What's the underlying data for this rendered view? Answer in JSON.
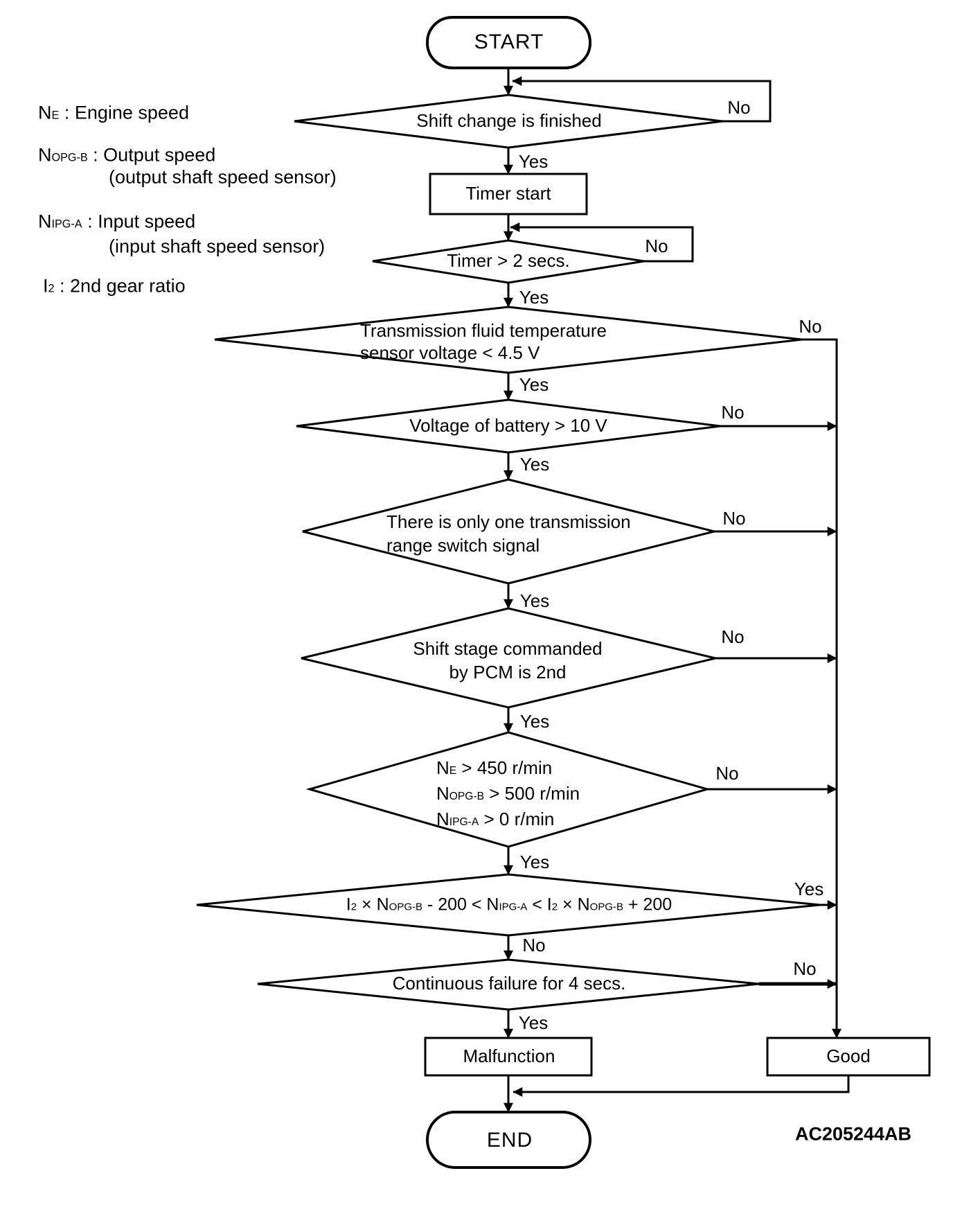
{
  "legend": {
    "items": [
      {
        "sym": "N",
        "sub": "E",
        "rest": " : Engine speed",
        "paren": ""
      },
      {
        "sym": "N",
        "sub": "OPG-B",
        "rest": " : Output speed",
        "paren": "(output shaft speed sensor)"
      },
      {
        "sym": "N",
        "sub": "IPG-A",
        "rest": " : Input speed",
        "paren": "(input shaft speed sensor)"
      },
      {
        "sym": "I",
        "sub": "2",
        "rest": " : 2nd gear ratio",
        "paren": ""
      }
    ]
  },
  "labels": {
    "yes": "Yes",
    "no": "No"
  },
  "nodes": {
    "start": "START",
    "shift_change": "Shift change is finished",
    "timer_start": "Timer start",
    "timer_check": "Timer > 2 secs.",
    "fluid_temp_l1": "Transmission fluid temperature",
    "fluid_temp_l2": "sensor voltage < 4.5 V",
    "battery": "Voltage of battery > 10 V",
    "range_switch_l1": "There is only one transmission",
    "range_switch_l2": "range switch signal",
    "shift_stage_l1": "Shift stage commanded",
    "shift_stage_l2": "by PCM is 2nd",
    "speeds": {
      "l1": {
        "sym": "N",
        "sub": "E",
        "rest": " > 450 r/min"
      },
      "l2": {
        "sym": "N",
        "sub": "OPG-B",
        "rest": " > 500 r/min"
      },
      "l3": {
        "sym": "N",
        "sub": "IPG-A",
        "rest": " > 0 r/min"
      }
    },
    "formula": {
      "p0": "I",
      "p0s": "2",
      "p1": " × N",
      "p1s": "OPG-B",
      "p2": " - 200 < N",
      "p2s": "IPG-A",
      "p3": " < I",
      "p3s": "2",
      "p4": " × N",
      "p4s": "OPG-B",
      "p5": " + 200"
    },
    "continuous": "Continuous failure for 4 secs.",
    "malfunction": "Malfunction",
    "good": "Good",
    "end": "END"
  },
  "watermark": "AC205244AB",
  "colors": {
    "ink": "#000000",
    "paper": "#ffffff"
  }
}
